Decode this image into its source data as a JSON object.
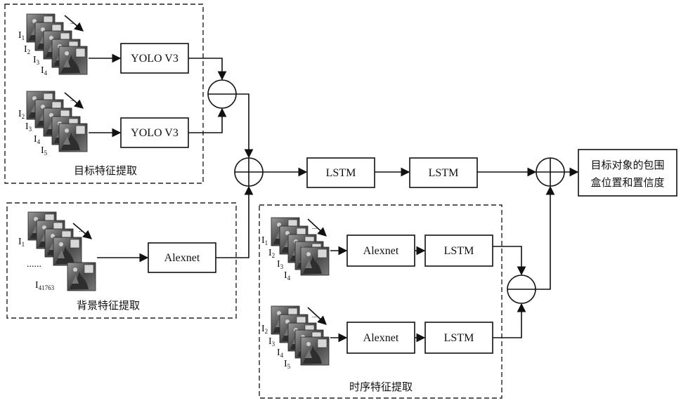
{
  "groups": {
    "target": "目标特征提取",
    "background": "背景特征提取",
    "temporal": "时序特征提取"
  },
  "blocks": {
    "yolo_top": "YOLO V3",
    "yolo_bottom": "YOLO V3",
    "alexnet_bg": "Alexnet",
    "lstm_main_1": "LSTM",
    "lstm_main_2": "LSTM",
    "alexnet_t1": "Alexnet",
    "lstm_t1": "LSTM",
    "alexnet_t2": "Alexnet",
    "lstm_t2": "LSTM"
  },
  "output": {
    "line1": "目标对象的包围",
    "line2": "盒位置和置信度"
  },
  "stacks": {
    "target_top": {
      "labels": [
        {
          "b": "I",
          "s": "1"
        },
        {
          "b": "I",
          "s": "2"
        },
        {
          "b": "I",
          "s": "3"
        },
        {
          "b": "I",
          "s": "4"
        }
      ]
    },
    "target_bottom": {
      "labels": [
        {
          "b": "I",
          "s": "2"
        },
        {
          "b": "I",
          "s": "3"
        },
        {
          "b": "I",
          "s": "4"
        },
        {
          "b": "I",
          "s": "5"
        }
      ]
    },
    "background": {
      "first": {
        "b": "I",
        "s": "1"
      },
      "dots": "......",
      "last": {
        "b": "I",
        "s": "41763"
      }
    },
    "temporal_top": {
      "labels": [
        {
          "b": "I",
          "s": "1"
        },
        {
          "b": "I",
          "s": "2"
        },
        {
          "b": "I",
          "s": "3"
        },
        {
          "b": "I",
          "s": "4"
        }
      ]
    },
    "temporal_bottom": {
      "labels": [
        {
          "b": "I",
          "s": "2"
        },
        {
          "b": "I",
          "s": "3"
        },
        {
          "b": "I",
          "s": "4"
        },
        {
          "b": "I",
          "s": "5"
        }
      ]
    }
  },
  "colors": {
    "line": "#111111",
    "photo_dark": "#555555",
    "photo_light": "#bbbbbb"
  }
}
